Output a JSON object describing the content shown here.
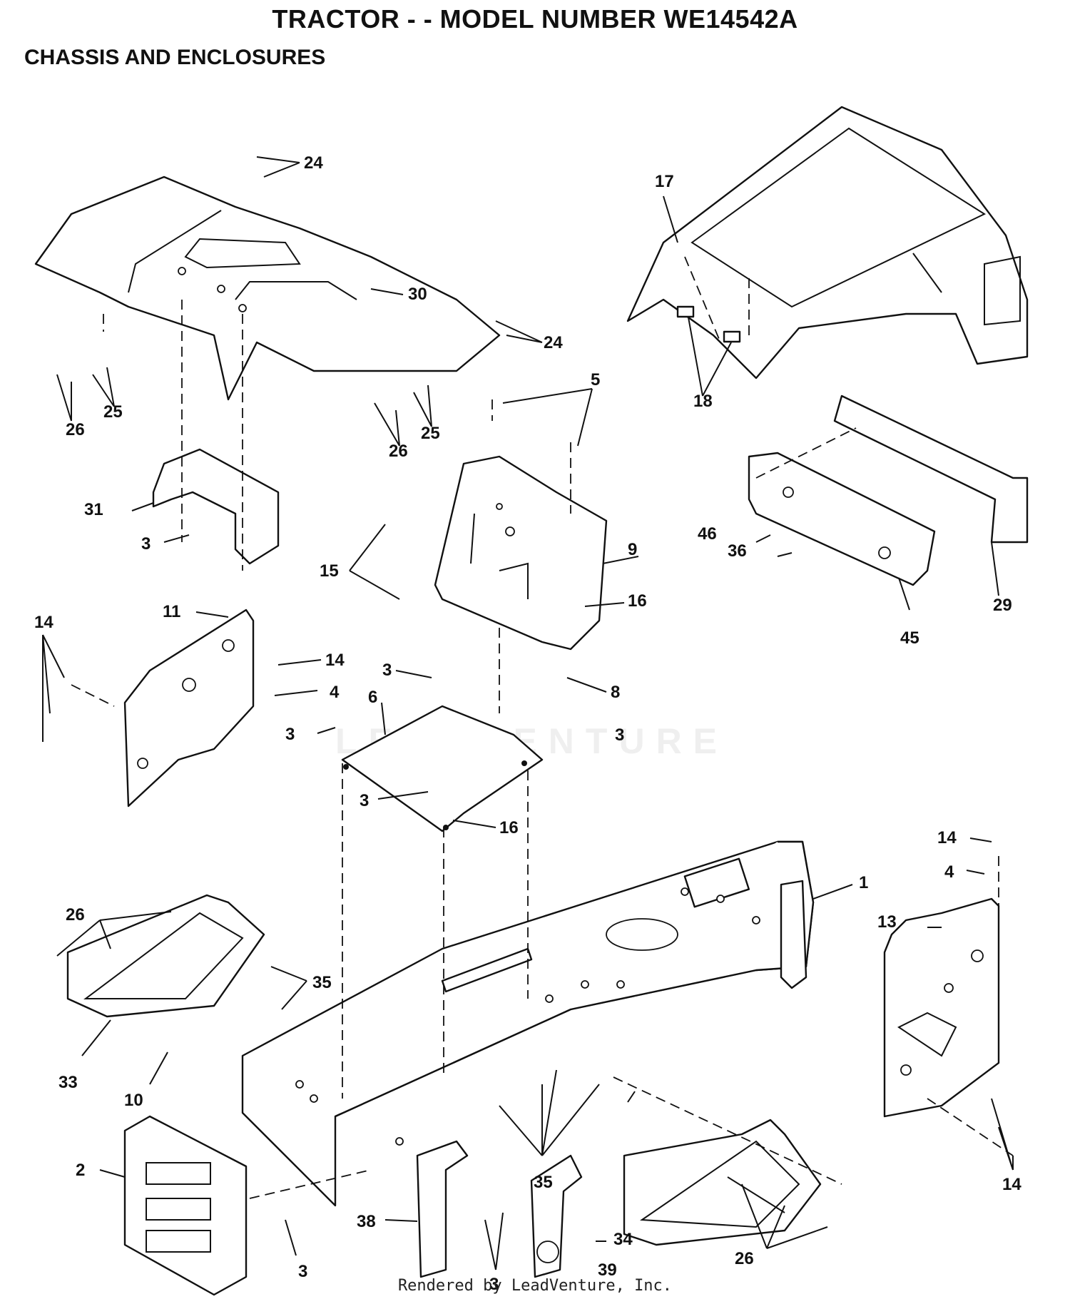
{
  "title": "TRACTOR - - MODEL NUMBER WE14542A",
  "subtitle": "CHASSIS AND ENCLOSURES",
  "footer": "Rendered by LeadVenture, Inc.",
  "watermark": "LEADVENTURE",
  "callouts": {
    "c1": "1",
    "c2": "2",
    "c3a": "3",
    "c3b": "3",
    "c3c": "3",
    "c3d": "3",
    "c3e": "3",
    "c3f": "3",
    "c3g": "3",
    "c4a": "4",
    "c4b": "4",
    "c5": "5",
    "c6": "6",
    "c8": "8",
    "c9": "9",
    "c10": "10",
    "c11": "11",
    "c13": "13",
    "c14a": "14",
    "c14b": "14",
    "c14c": "14",
    "c14d": "14",
    "c15": "15",
    "c16a": "16",
    "c16b": "16",
    "c17": "17",
    "c18": "18",
    "c24a": "24",
    "c24b": "24",
    "c25a": "25",
    "c25b": "25",
    "c26a": "26",
    "c26b": "26",
    "c26c": "26",
    "c26d": "26",
    "c29": "29",
    "c30": "30",
    "c31": "31",
    "c33": "33",
    "c34": "34",
    "c35a": "35",
    "c35b": "35",
    "c36": "36",
    "c38": "38",
    "c39": "39",
    "c45": "45",
    "c46": "46"
  }
}
